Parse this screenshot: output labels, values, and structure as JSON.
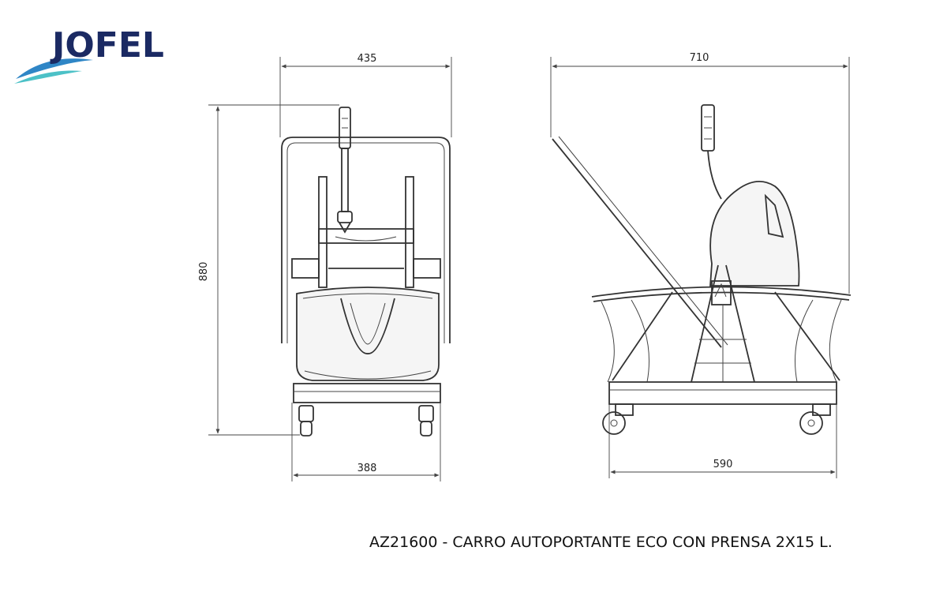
{
  "brand": {
    "name": "JOFEL",
    "colors": {
      "primary": "#1b2a63",
      "wave_blue": "#2f86c6",
      "wave_teal": "#4cc1c7"
    }
  },
  "dimensions": {
    "front_width_top": "435",
    "front_height": "880",
    "front_width_base": "388",
    "side_width_top": "710",
    "side_width_base": "590"
  },
  "caption": "AZ21600 - CARRO AUTOPORTANTE ECO CON PRENSA 2X15 L."
}
